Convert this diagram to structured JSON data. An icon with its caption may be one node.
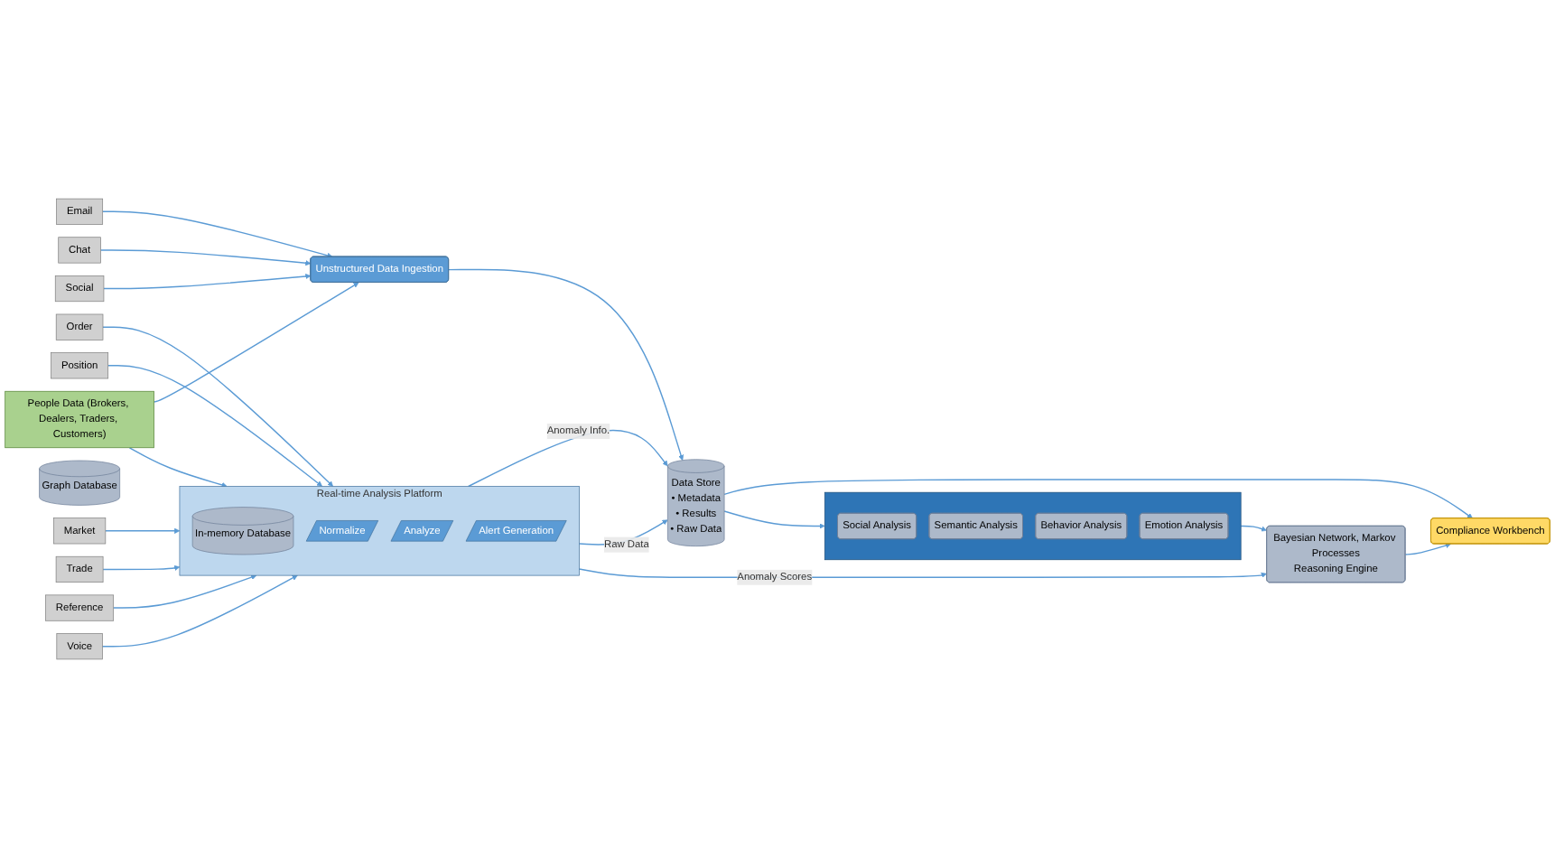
{
  "diagram": {
    "nodes": [
      {
        "text": [
          "Order"
        ]
      },
      {
        "text": [
          "Position"
        ]
      },
      {
        "text": [
          "Market"
        ]
      },
      {
        "text": [
          "Trade"
        ]
      },
      {
        "text": [
          "Reference"
        ]
      },
      {
        "text": [
          "Voice"
        ]
      },
      {
        "text": [
          "Real-time Analysis Platform"
        ]
      },
      {
        "text": [
          "In-memory Database"
        ],
        "in": 6
      },
      {
        "text": [
          "Normalize"
        ],
        "in": 6
      },
      {
        "text": [
          "Analyze"
        ],
        "in": 6
      },
      {
        "text": [
          "Alert Generation"
        ],
        "in": 6
      },
      {
        "text": [
          "Compliance Workbench"
        ]
      },
      {
        "text": [
          "Bayesian Network, Markov Processes",
          "Reasoning Engine"
        ]
      },
      {
        "text": [
          "Data Store",
          "• Metadata",
          "• Results",
          "• Raw Data"
        ]
      },
      {
        "text": [
          "Graph Database"
        ]
      },
      {
        "text": [],
        "shape": "box"
      },
      {
        "text": [
          "Social Analysis"
        ],
        "in": 15
      },
      {
        "text": [
          "Semantic Analysis"
        ],
        "in": 15
      },
      {
        "text": [
          "Behavior Analysis"
        ],
        "in": 15
      },
      {
        "text": [
          "Emotion Analysis"
        ],
        "in": 15
      },
      {
        "text": [
          "People Data (Brokers, Dealers, Traders, Customers)"
        ]
      },
      {
        "text": [
          "Unstructured Data Ingestion"
        ]
      },
      {
        "text": [
          "Email"
        ]
      },
      {
        "text": [
          "Chat"
        ]
      },
      {
        "text": [
          "Social"
        ]
      }
    ],
    "edges": [
      {
        "from": 0,
        "to": 6,
        "arrow": "to"
      },
      {
        "from": 1,
        "to": 6,
        "arrow": "to"
      },
      {
        "from": 2,
        "to": 6,
        "arrow": "to"
      },
      {
        "from": 3,
        "to": 6,
        "arrow": "to"
      },
      {
        "from": 4,
        "to": 6,
        "arrow": "to"
      },
      {
        "from": 5,
        "to": 6,
        "arrow": "to"
      },
      {
        "from": 20,
        "to": 6,
        "arrow": "to"
      },
      {
        "from": 6,
        "to": 13,
        "label": "Anomaly Info.",
        "arrow": "to"
      },
      {
        "from": 6,
        "to": 13,
        "label": "Raw Data",
        "arrow": "to"
      },
      {
        "from": 6,
        "to": 12,
        "label": "Anomaly Scores",
        "arrow": "to"
      },
      {
        "from": 13,
        "to": 11,
        "arrow": "to"
      },
      {
        "from": 12,
        "to": 11,
        "arrow": "to"
      },
      {
        "from": 13,
        "to": 15,
        "arrow": "to"
      },
      {
        "from": 15,
        "to": 12,
        "arrow": "to"
      },
      {
        "from": 20,
        "to": 21,
        "arrow": "to"
      },
      {
        "from": 21,
        "to": 13,
        "arrow": "to"
      },
      {
        "from": 22,
        "to": 21,
        "arrow": "to"
      },
      {
        "from": 23,
        "to": 21,
        "arrow": "to"
      },
      {
        "from": 24,
        "to": 21,
        "arrow": "to"
      }
    ]
  }
}
